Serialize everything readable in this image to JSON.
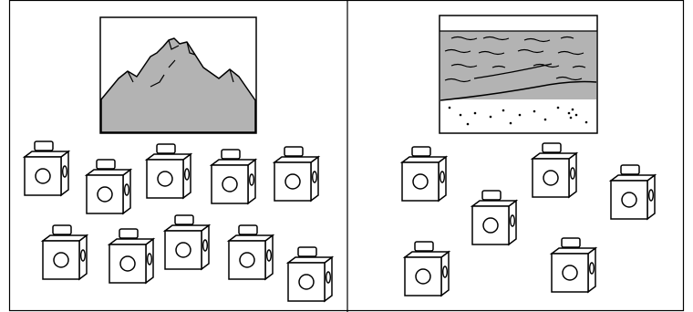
{
  "panels": [
    {
      "picture": "mountain-picture",
      "cube_count": 10
    },
    {
      "picture": "beach-picture",
      "cube_count": 6
    }
  ],
  "colors": {
    "outline": "#000000",
    "fill": "#ffffff",
    "gray": "#b0b0b0"
  }
}
